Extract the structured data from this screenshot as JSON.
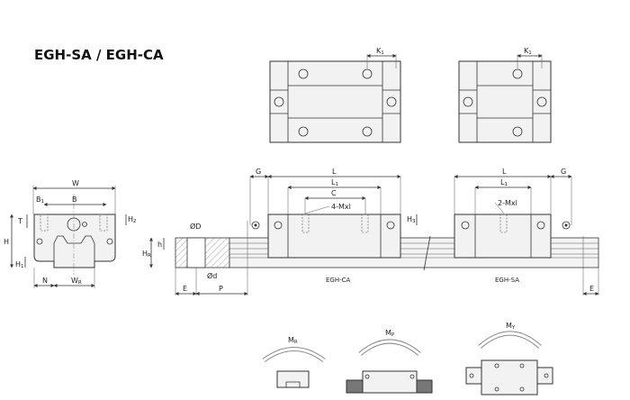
{
  "title": "EGH-SA / EGH-CA",
  "front_view": {
    "W": "W",
    "B1": {
      "main": "B",
      "sub": "1"
    },
    "B": "B",
    "T": "T",
    "H": "H",
    "H1": {
      "main": "H",
      "sub": "1"
    },
    "H2": {
      "main": "H",
      "sub": "2"
    },
    "N": "N",
    "WR": {
      "main": "W",
      "sub": "R"
    }
  },
  "rail_section": {
    "OD": "ØD",
    "h": "h",
    "HR": {
      "main": "H",
      "sub": "R"
    },
    "Od": "Ød",
    "E": "E",
    "P": "P"
  },
  "side_view": {
    "G_left": "G",
    "G_right": "G",
    "CA": {
      "L": "L",
      "L1": {
        "main": "L",
        "sub": "1"
      },
      "C": "C",
      "holes": "4-Mxl",
      "H3": {
        "main": "H",
        "sub": "3"
      },
      "caption": "EGH-CA"
    },
    "SA": {
      "L": "L",
      "L1": {
        "main": "L",
        "sub": "1"
      },
      "holes": "2-Mxl",
      "caption": "EGH-SA"
    },
    "E_right": "E"
  },
  "top_views": {
    "CA_K1": {
      "main": "K",
      "sub": "1"
    },
    "SA_K1": {
      "main": "K",
      "sub": "1"
    }
  },
  "moments": {
    "MR": {
      "main": "M",
      "sub": "R"
    },
    "MP": {
      "main": "M",
      "sub": "P"
    },
    "MY": {
      "main": "M",
      "sub": "Y"
    }
  }
}
